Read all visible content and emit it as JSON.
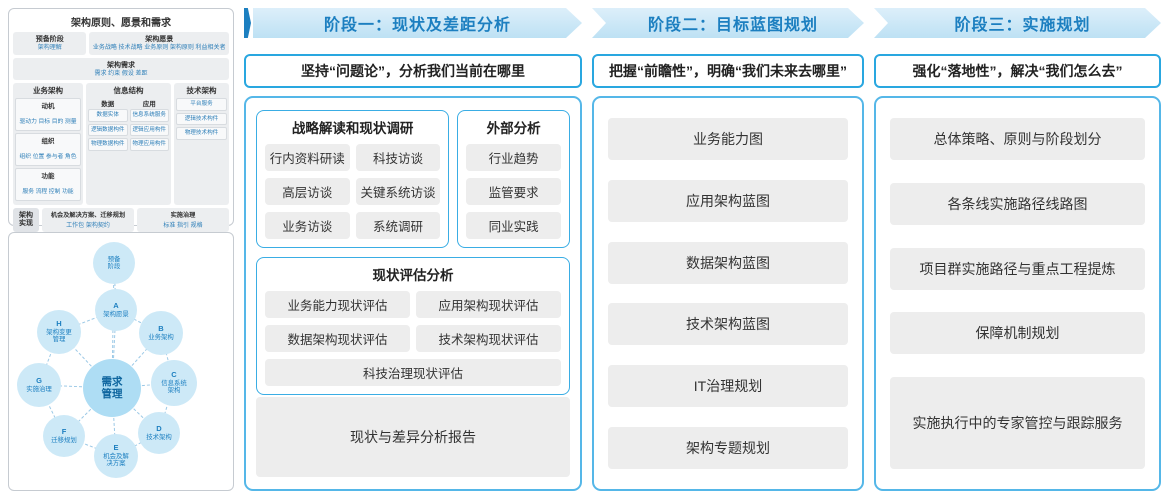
{
  "framework": {
    "title": "架构原则、愿景和需求",
    "prep_label": "预备阶段",
    "prep_item": "架构理解",
    "vision_label": "架构愿景",
    "vision_items": "业务战略 技术战略 业务原则 架构原则 利益相关者",
    "req_label": "架构需求",
    "req_items": "需求 约束 假设 差距",
    "business": {
      "title": "业务架构",
      "groups": [
        {
          "label": "动机",
          "items": "驱动力 目标 目的 测量"
        },
        {
          "label": "组织",
          "items": "组织 位置 参与者 角色"
        },
        {
          "label": "功能",
          "items": "服务 流程 控制 功能"
        }
      ]
    },
    "info": {
      "title": "信息结构",
      "data_label": "数据",
      "data_items": [
        "数据实体",
        "逻辑数据构件",
        "物理数据构件"
      ],
      "app_label": "应用",
      "app_items": [
        "信息系统服务",
        "逻辑应用构件",
        "物理应用构件"
      ]
    },
    "tech": {
      "title": "技术架构",
      "items": [
        "平台服务",
        "逻辑技术构件",
        "物理技术构件"
      ]
    },
    "impl_label": "架构实现",
    "impl": [
      {
        "title": "机会及解决方案、迁移规划",
        "items": "工作包 架构契约"
      },
      {
        "title": "实施治理",
        "items": "标准 指引 规格"
      }
    ]
  },
  "adm": {
    "prep": "预备阶段",
    "center": "需求管理",
    "nodes": [
      {
        "letter": "A",
        "label": "架构愿景"
      },
      {
        "letter": "B",
        "label": "业务架构"
      },
      {
        "letter": "C",
        "label": "信息系统架构"
      },
      {
        "letter": "D",
        "label": "技术架构"
      },
      {
        "letter": "E",
        "label": "机会及解决方案"
      },
      {
        "letter": "F",
        "label": "迁移规划"
      },
      {
        "letter": "G",
        "label": "实施治理"
      },
      {
        "letter": "H",
        "label": "架构变更管理"
      }
    ]
  },
  "phases": [
    {
      "header": "阶段一：现状及差距分析",
      "subtitle": "坚持“问题论”，分析我们当前在哪里"
    },
    {
      "header": "阶段二：目标蓝图规划",
      "subtitle": "把握“前瞻性”，明确“我们未来去哪里”"
    },
    {
      "header": "阶段三：实施规划",
      "subtitle": "强化“落地性”，解决“我们怎么去”"
    }
  ],
  "phase1": {
    "research": {
      "title": "战略解读和现状调研",
      "items": [
        "行内资料研读",
        "科技访谈",
        "高层访谈",
        "关键系统访谈",
        "业务访谈",
        "系统调研"
      ]
    },
    "external": {
      "title": "外部分析",
      "items": [
        "行业趋势",
        "监管要求",
        "同业实践"
      ]
    },
    "assessment": {
      "title": "现状评估分析",
      "items": [
        "业务能力现状评估",
        "应用架构现状评估",
        "数据架构现状评估",
        "技术架构现状评估",
        "科技治理现状评估"
      ]
    },
    "report": "现状与差异分析报告"
  },
  "phase2": {
    "items": [
      "业务能力图",
      "应用架构蓝图",
      "数据架构蓝图",
      "技术架构蓝图",
      "IT治理规划",
      "架构专题规划"
    ]
  },
  "phase3": {
    "items": [
      "总体策略、原则与阶段划分",
      "各条线实施路径线路图",
      "项目群实施路径与重点工程提炼",
      "保障机制规划",
      "实施执行中的专家管控与跟踪服务"
    ]
  }
}
